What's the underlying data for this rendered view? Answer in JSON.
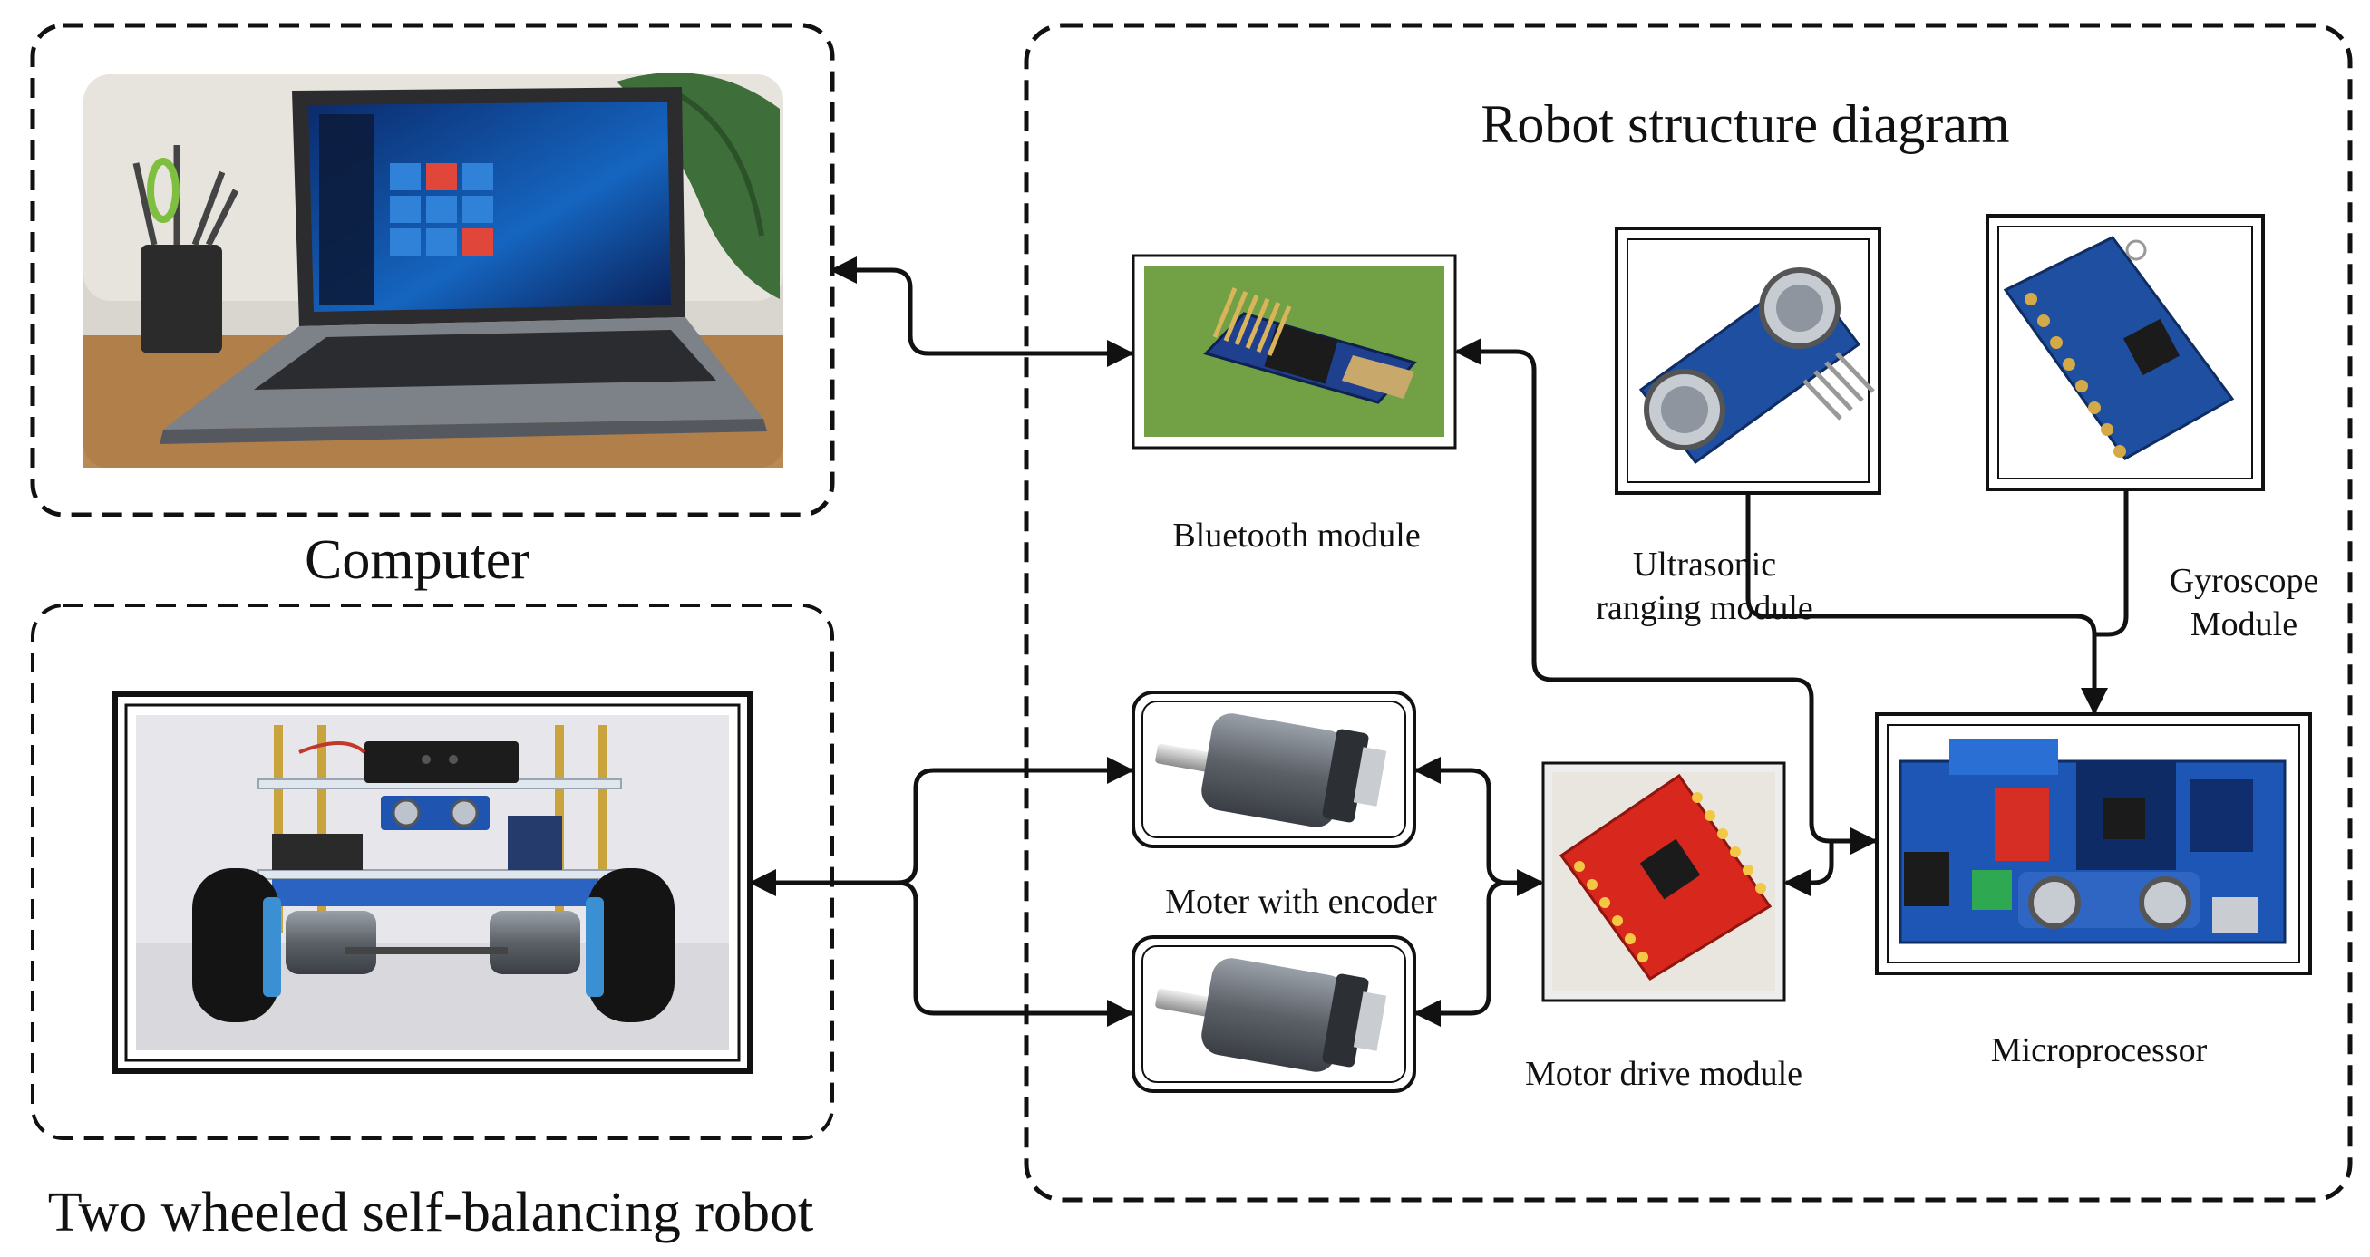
{
  "diagram": {
    "title": "Robot structure diagram",
    "groups": {
      "computer": {
        "label": "Computer"
      },
      "robot": {
        "label": "Two wheeled self-balancing robot"
      }
    },
    "modules": {
      "bluetooth": {
        "label": "Bluetooth module"
      },
      "ultrasonic": {
        "label": "Ultrasonic\nranging module"
      },
      "gyroscope": {
        "label": "Gyroscope\nModule"
      },
      "motor_encoder": {
        "label": "Moter with encoder"
      },
      "motor_drive": {
        "label": "Motor drive module"
      },
      "microprocessor": {
        "label": "Microprocessor"
      }
    },
    "colors": {
      "line": "#111111",
      "motor_driver_board": "#d8271d",
      "bluetooth_board": "#1f3f8f",
      "sensor_board": "#1e4fa0",
      "controller_board": "#1d56b5",
      "photo_backdrop_green": "#78a84a"
    }
  }
}
